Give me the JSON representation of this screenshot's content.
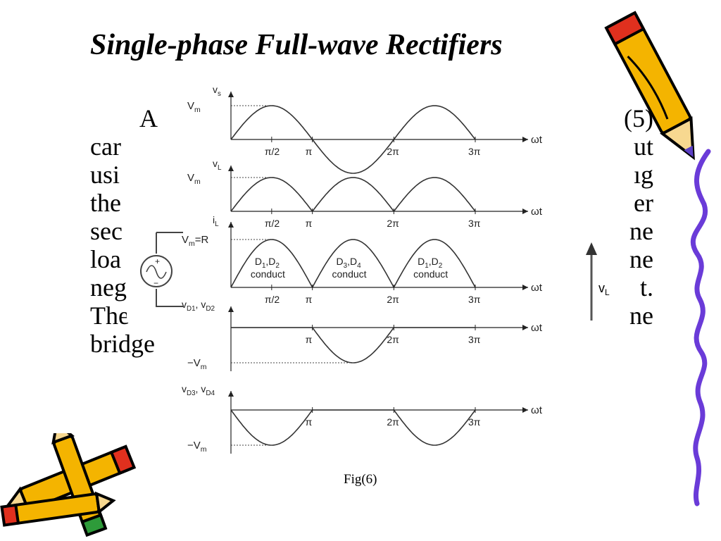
{
  "slide": {
    "title": "Single-phase Full-wave Rectifiers",
    "body_lines": [
      {
        "left": "A",
        "right": "(5)"
      },
      {
        "left": "car",
        "right": "ut"
      },
      {
        "left": "usi",
        "right": "ıg"
      },
      {
        "left": "the",
        "right": "er"
      },
      {
        "left": "sec",
        "right": "ne"
      },
      {
        "left": "loa",
        "right": "ne"
      },
      {
        "left": "neg",
        "right": "t."
      },
      {
        "left": "The",
        "right": "ne"
      },
      {
        "left": "bridge",
        "right": ""
      }
    ],
    "caption": "Fig(6)"
  },
  "figure": {
    "omega_t": "ωt",
    "panels": [
      {
        "ylabel": "v",
        "ysub": "s",
        "ref": "V",
        "refsub": "m",
        "wave": "sine",
        "ticks": [
          "π/2",
          "π",
          "2π",
          "3π"
        ]
      },
      {
        "ylabel": "v",
        "ysub": "L",
        "ref": "V",
        "refsub": "m",
        "wave": "rectified",
        "ticks": [
          "π/2",
          "π",
          "2π",
          "3π"
        ]
      },
      {
        "ylabel": "i",
        "ysub": "L",
        "ref": "V",
        "refsub": "m",
        "refextra": "=R",
        "wave": "rectified",
        "ticks": [
          "π/2",
          "π",
          "2π",
          "3π"
        ],
        "conduct": [
          {
            "d1": "D",
            "s1": "1",
            "d2": "D",
            "s2": "2",
            "word": "conduct"
          },
          {
            "d1": "D",
            "s1": "3",
            "d2": "D",
            "s2": "4",
            "word": "conduct"
          },
          {
            "d1": "D",
            "s1": "1",
            "d2": "D",
            "s2": "2",
            "word": "conduct"
          }
        ]
      },
      {
        "ylabel": "v",
        "ysub": "D1",
        "ylabel2": "v",
        "ysub2": "D2",
        "ref": "−V",
        "refsub": "m",
        "wave": "diode12",
        "ticks": [
          "π",
          "2π",
          "3π"
        ]
      },
      {
        "ylabel": "v",
        "ysub": "D3",
        "ylabel2": "v",
        "ysub2": "D4",
        "ref": "−V",
        "refsub": "m",
        "wave": "diode34",
        "ticks": [
          "π",
          "2π",
          "3π"
        ]
      }
    ],
    "source_symbol": {
      "plus": "+",
      "minus": "−"
    },
    "load_arrow": {
      "label": "v",
      "sub": "L"
    }
  },
  "colors": {
    "wave": "#333333",
    "pencil_body": "#f4b400",
    "pencil_tip": "#e0301e",
    "squiggle": "#6a3bd8"
  },
  "decorations": {
    "pencil_top_icon": "pencil-icon",
    "pencils_bottom_icon": "crossed-pencils-icon",
    "squiggle_icon": "squiggle-line-icon"
  }
}
